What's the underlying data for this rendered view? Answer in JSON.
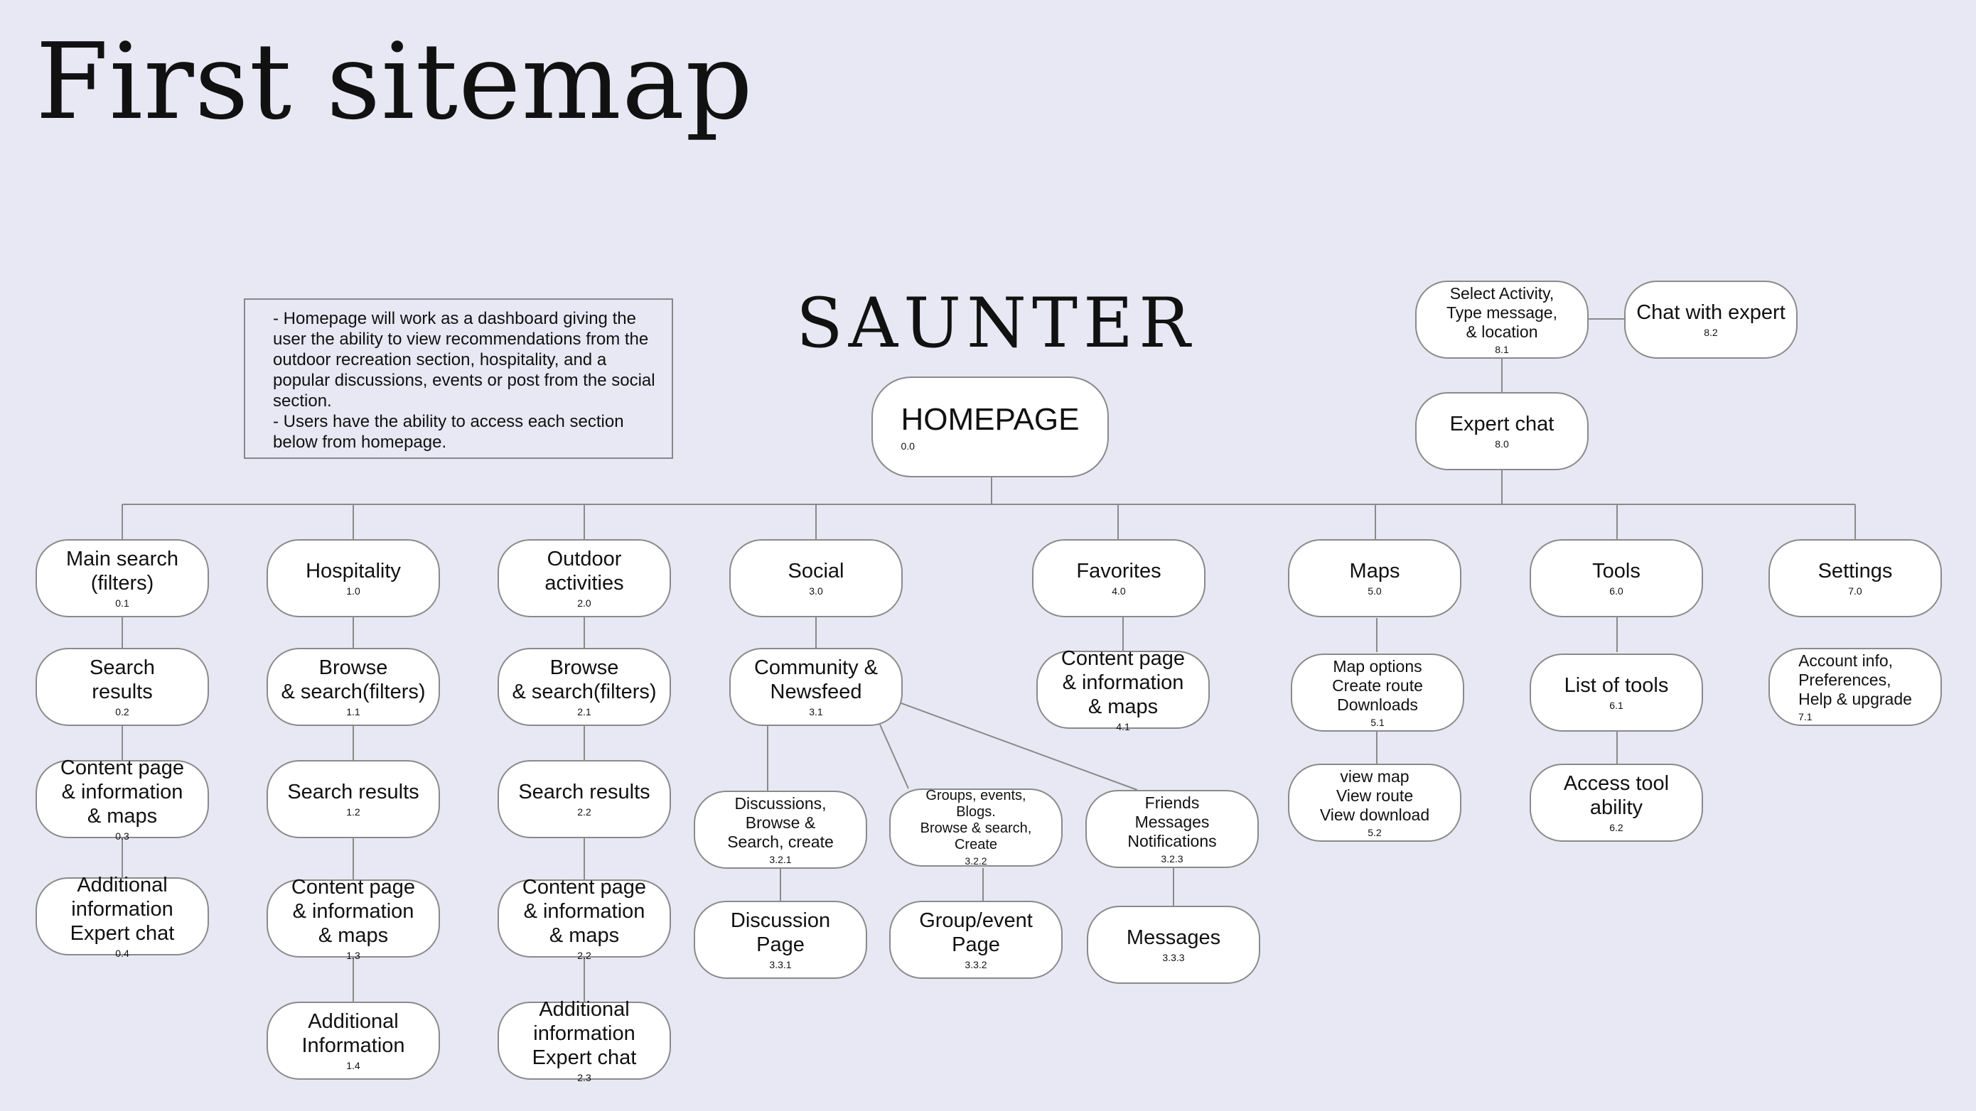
{
  "title": "First sitemap",
  "brand": "SAUNTER",
  "note": [
    "- Homepage will work as a dashboard giving the user the ability to view recommendations from the outdoor recreation section, hospitality, and a popular discussions, events or post from the social section.",
    "- Users have the ability to access each section below from homepage."
  ],
  "nodes": {
    "homepage": {
      "label": "HOMEPAGE",
      "num": "0.0"
    },
    "expert_chat": {
      "label": "Expert chat",
      "num": "8.0"
    },
    "select_activity": {
      "label": "Select Activity,\nType message,\n& location",
      "num": "8.1"
    },
    "chat_with_expert": {
      "label": "Chat with expert",
      "num": "8.2"
    },
    "main_search": {
      "label": "Main search\n(filters)",
      "num": "0.1"
    },
    "search_results_0": {
      "label": "Search\nresults",
      "num": "0.2"
    },
    "content_page_0": {
      "label": "Content page\n& information\n& maps",
      "num": "0.3"
    },
    "additional_info_0": {
      "label": "Additional\ninformation\nExpert chat",
      "num": "0.4"
    },
    "hospitality": {
      "label": "Hospitality",
      "num": "1.0"
    },
    "browse_1": {
      "label": "Browse\n& search(filters)",
      "num": "1.1"
    },
    "search_results_1": {
      "label": "Search results",
      "num": "1.2"
    },
    "content_page_1": {
      "label": "Content page\n& information\n& maps",
      "num": "1.3"
    },
    "additional_info_1": {
      "label": "Additional\nInformation",
      "num": "1.4"
    },
    "outdoor": {
      "label": "Outdoor\nactivities",
      "num": "2.0"
    },
    "browse_2": {
      "label": "Browse\n& search(filters)",
      "num": "2.1"
    },
    "search_results_2": {
      "label": "Search results",
      "num": "2.2"
    },
    "content_page_2": {
      "label": "Content page\n& information\n& maps",
      "num": "2.2"
    },
    "additional_info_2": {
      "label": "Additional\ninformation\nExpert chat",
      "num": "2.3"
    },
    "social": {
      "label": "Social",
      "num": "3.0"
    },
    "community": {
      "label": "Community &\nNewsfeed",
      "num": "3.1"
    },
    "discussions": {
      "label": "Discussions,\nBrowse &\nSearch, create",
      "num": "3.2.1"
    },
    "groups": {
      "label": "Groups, events,\nBlogs.\nBrowse & search,\nCreate",
      "num": "3.2.2"
    },
    "friends": {
      "label": "Friends\nMessages\nNotifications",
      "num": "3.2.3"
    },
    "discussion_page": {
      "label": "Discussion\nPage",
      "num": "3.3.1"
    },
    "group_event_page": {
      "label": "Group/event\nPage",
      "num": "3.3.2"
    },
    "messages": {
      "label": "Messages",
      "num": "3.3.3"
    },
    "favorites": {
      "label": "Favorites",
      "num": "4.0"
    },
    "content_page_4": {
      "label": "Content page\n& information\n& maps",
      "num": "4.1"
    },
    "maps": {
      "label": "Maps",
      "num": "5.0"
    },
    "map_options": {
      "label": "Map options\nCreate route\nDownloads",
      "num": "5.1"
    },
    "view_map": {
      "label": "view map\nView route\nView download",
      "num": "5.2"
    },
    "tools": {
      "label": "Tools",
      "num": "6.0"
    },
    "list_of_tools": {
      "label": "List of tools",
      "num": "6.1"
    },
    "access_tool": {
      "label": "Access tool\nability",
      "num": "6.2"
    },
    "settings": {
      "label": "Settings",
      "num": "7.0"
    },
    "account_info": {
      "label": "Account info,\nPreferences,\nHelp & upgrade",
      "num": "7.1"
    }
  }
}
